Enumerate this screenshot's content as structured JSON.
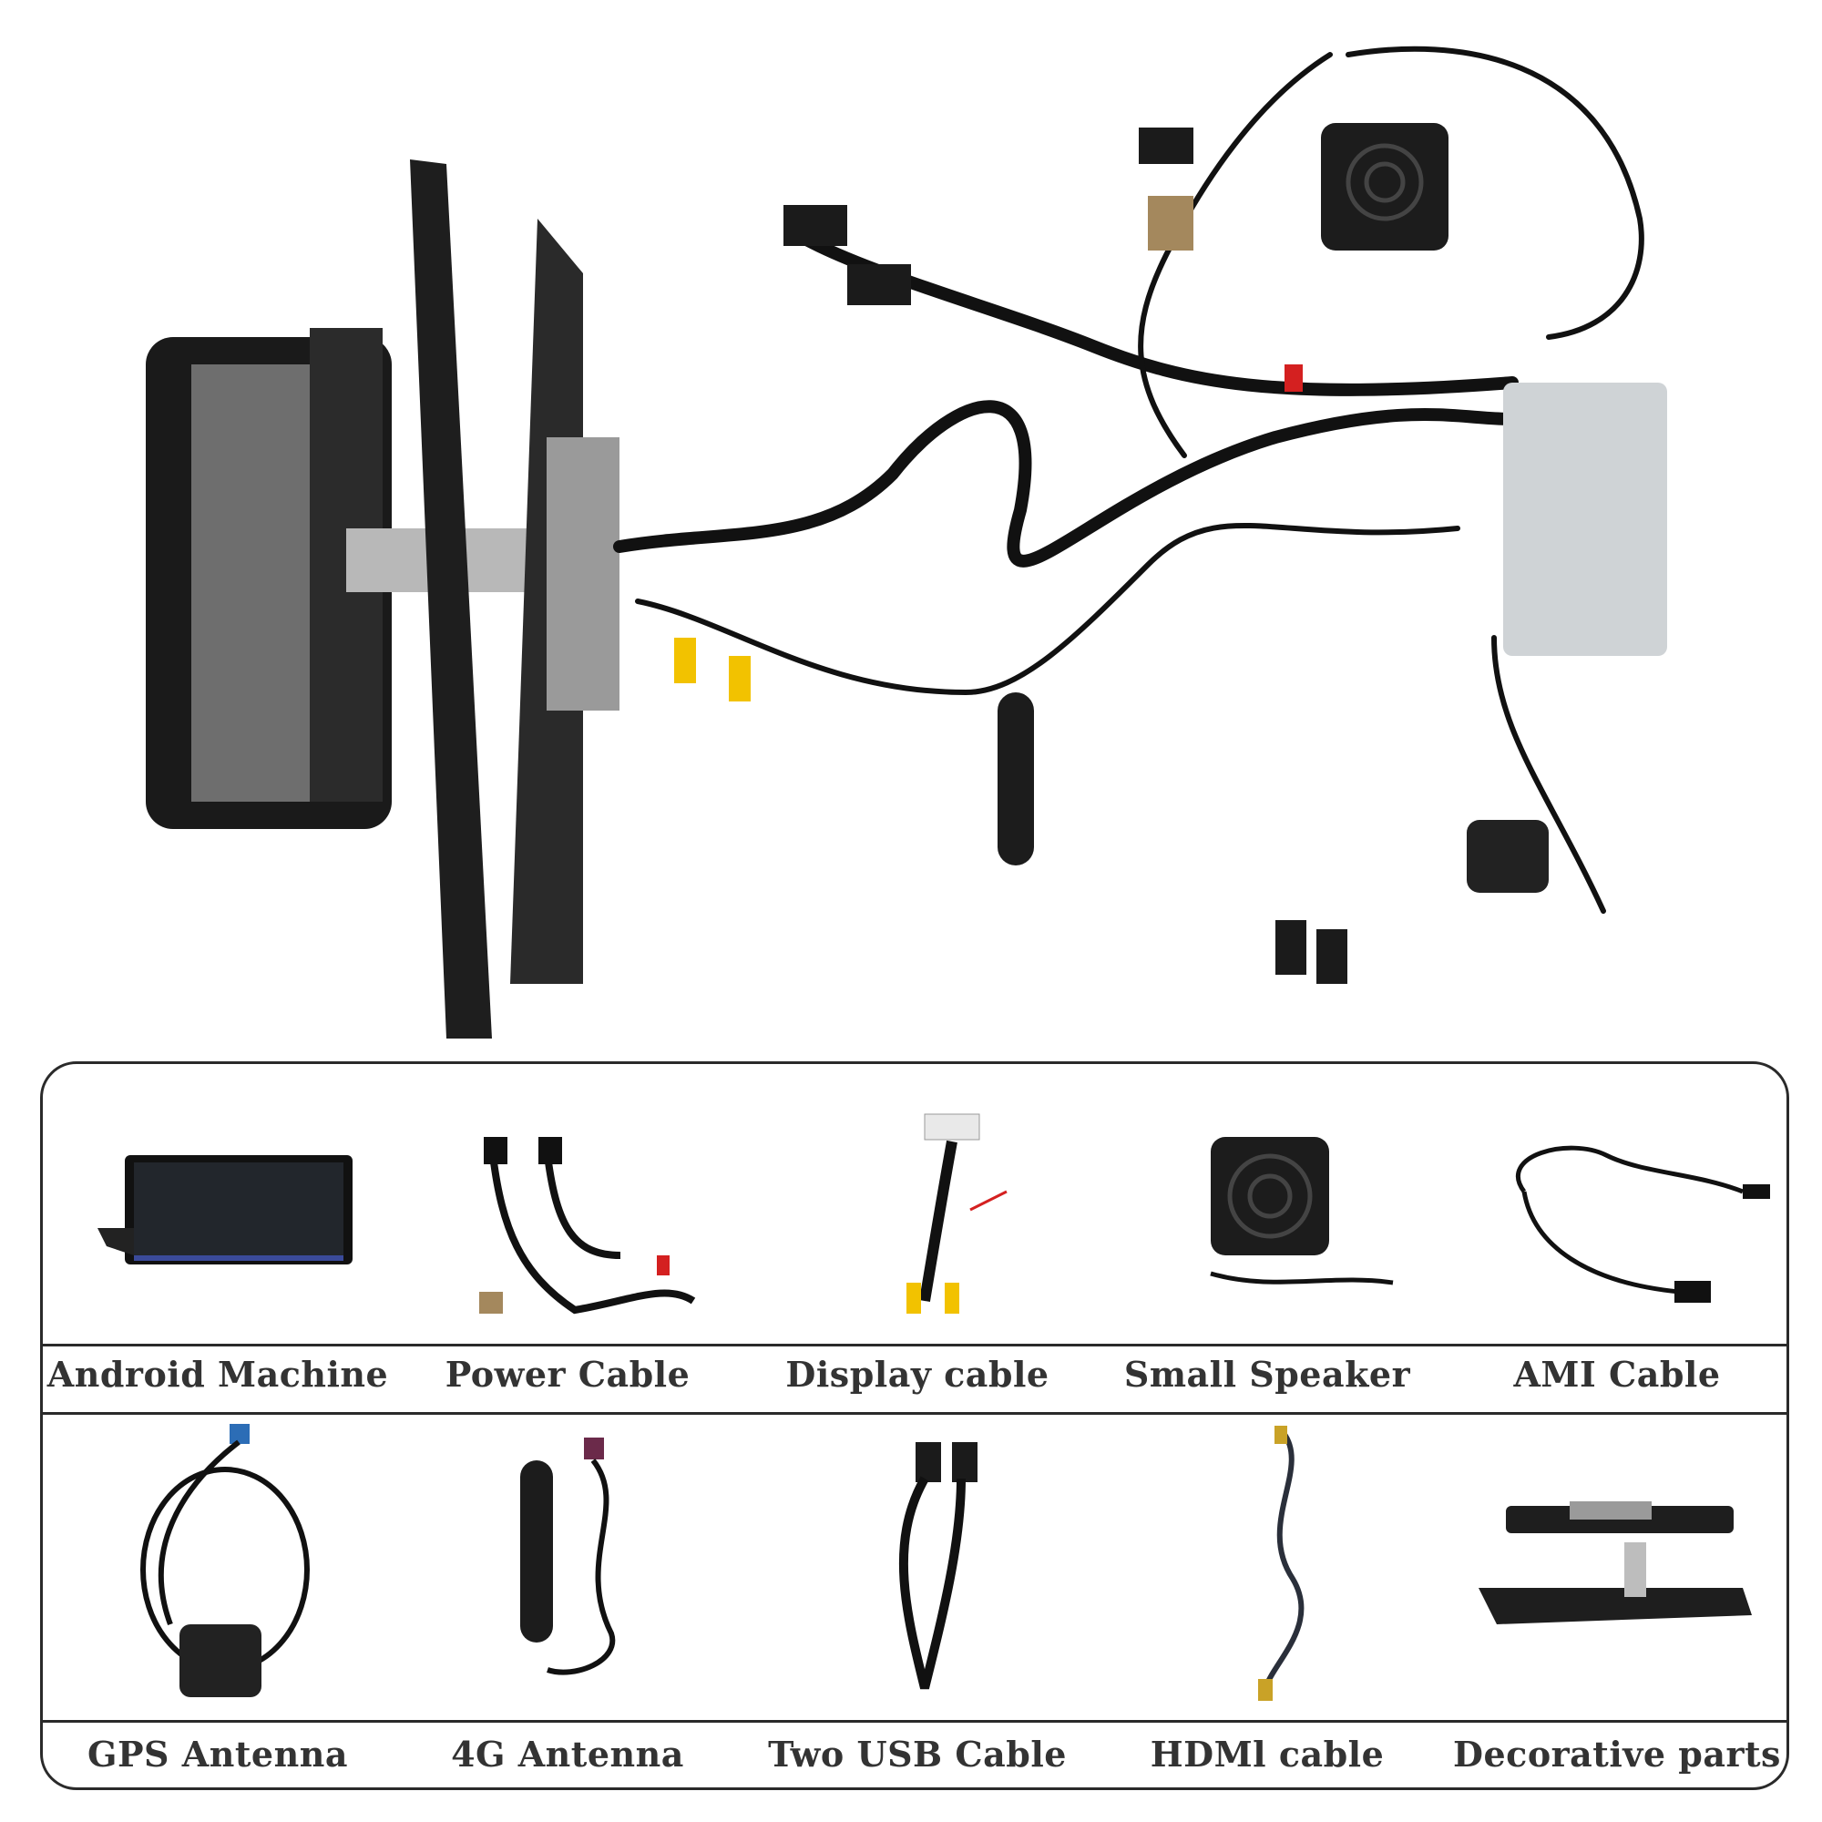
{
  "items_row1": [
    {
      "label": "Android Machine"
    },
    {
      "label": "Power Cable"
    },
    {
      "label": "Display cable"
    },
    {
      "label": "Small Speaker"
    },
    {
      "label": "AMI Cable"
    }
  ],
  "items_row2": [
    {
      "label": "GPS Antenna"
    },
    {
      "label": "4G Antenna"
    },
    {
      "label": "Two USB Cable"
    },
    {
      "label": "HDMl cable"
    },
    {
      "label": "Decorative parts"
    }
  ],
  "colors": {
    "border": "#2a2a2a",
    "text": "#333333",
    "cable": "#111111",
    "box": "#cfd3d6",
    "rca": "#f2c200",
    "red": "#d42020"
  }
}
